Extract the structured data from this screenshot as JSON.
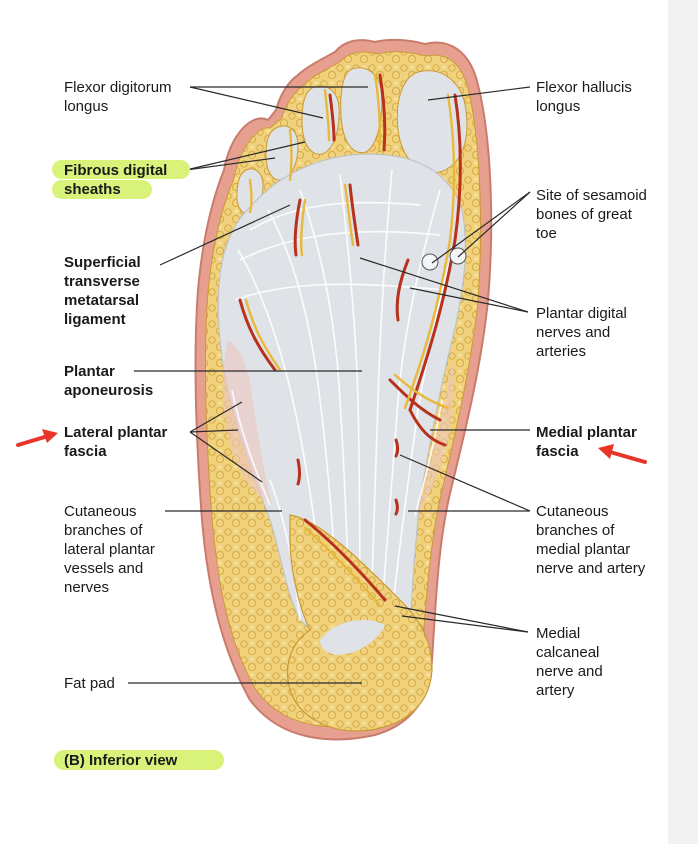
{
  "figure": {
    "caption": "(B) Inferior view",
    "colors": {
      "skin": "#e7a08f",
      "fat": "#f1d27c",
      "fat_dark": "#c99a33",
      "fascia": "#dfe3e8",
      "fiber": "#ffffff",
      "artery": "#b8311c",
      "nerve": "#e8b83a",
      "highlight": "#d9f37a",
      "arrow": "#e8352a",
      "leader": "#2a2a2a"
    }
  },
  "labels": {
    "flexor_digitorum_longus": "Flexor digitorum\nlongus",
    "fibrous_digital_sheaths": "Fibrous digital\nsheaths",
    "superficial_transverse": "Superficial\ntransverse\nmetatarsal\nligament",
    "plantar_aponeurosis": "Plantar\naponeurosis",
    "lateral_plantar_fascia": "Lateral plantar\nfascia",
    "cutaneous_lateral": "Cutaneous\nbranches of\nlateral plantar\nvessels and\nnerves",
    "fat_pad": "Fat pad",
    "flexor_hallucis_longus": "Flexor hallucis\nlongus",
    "sesamoid": "Site of sesamoid\nbones of great\ntoe",
    "plantar_digital": "Plantar digital\nnerves and\narteries",
    "medial_plantar_fascia": "Medial plantar\nfascia",
    "cutaneous_medial": "Cutaneous\nbranches of\nmedial plantar\nnerve and artery",
    "medial_calcaneal": "Medial\ncalcaneal\nnerve and\nartery"
  }
}
